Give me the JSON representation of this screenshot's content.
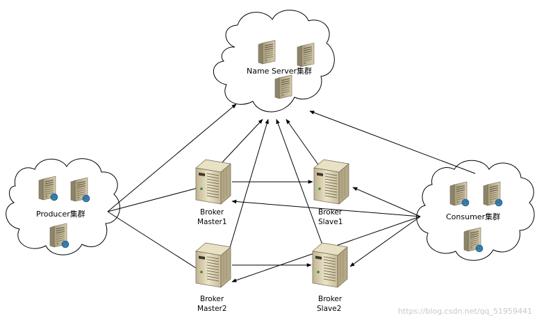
{
  "diagram": {
    "name_server_cluster": {
      "label": "Name Server集群"
    },
    "producer_cluster": {
      "label": "Producer集群"
    },
    "consumer_cluster": {
      "label": "Consumer集群"
    },
    "broker_master1": {
      "line1": "Broker",
      "line2": "Master1"
    },
    "broker_slave1": {
      "line1": "Broker",
      "line2": "Slave1"
    },
    "broker_master2": {
      "line1": "Broker",
      "line2": "Master2"
    },
    "broker_slave2": {
      "line1": "Broker",
      "line2": "Slave2"
    }
  },
  "watermark": "https://blog.csdn.net/qq_51959441",
  "icons": {
    "small_server": "server-icon",
    "web_server": "web-server-icon",
    "rack_server": "rack-server-icon"
  },
  "colors": {
    "line": "#000000",
    "server_body": "#d9cfae",
    "globe": "#2f6fbf"
  }
}
